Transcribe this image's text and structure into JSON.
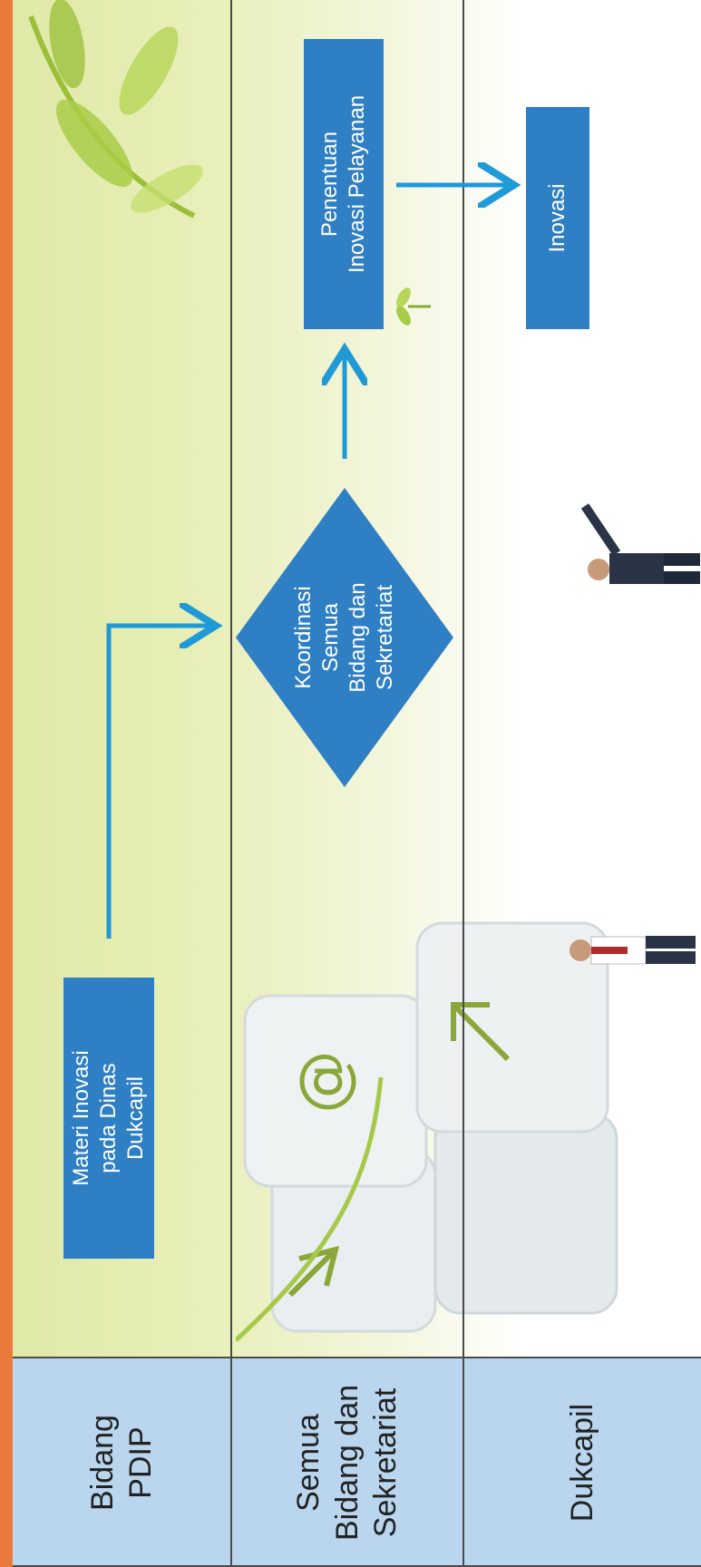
{
  "lanes": [
    {
      "label": "Bidang\nPDIP"
    },
    {
      "label": "Semua\nBidang dan\nSekretariat"
    },
    {
      "label": "Dukcapil"
    }
  ],
  "nodes": {
    "materi": "Materi Inovasi\npada Dinas\nDukcapil",
    "koordinasi": "Koordinasi\nSemua\nBidang dan\nSekretariat",
    "penentuan": "Penentuan\nInovasi Pelayanan",
    "inovasi": "Inovasi"
  },
  "colors": {
    "lane_header": "#b9d6ee",
    "box": "#2f7fc4",
    "arrow": "#1f9ad6",
    "top_bar": "#e97a3c"
  }
}
